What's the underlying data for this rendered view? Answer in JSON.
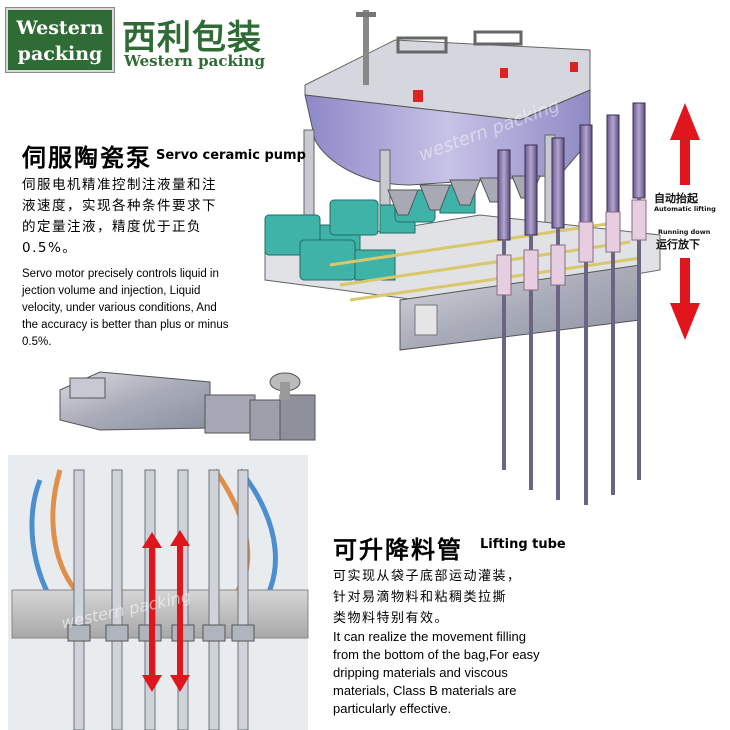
{
  "brand": {
    "logo_line1": "Western",
    "logo_line2": "packing",
    "name_cn": "西利包装",
    "name_en": "Western packing"
  },
  "pump_section": {
    "title_cn": "伺服陶瓷泵",
    "title_en": "Servo ceramic pump",
    "desc_cn_lines": [
      "伺服电机精准控制注液量和注",
      "液速度，实现各种条件要求下",
      "的定量注液，精度优于正负",
      "0.5%。"
    ],
    "desc_en_lines": [
      "Servo motor precisely controls liquid in",
      "jection volume and injection,   Liquid",
      "velocity, under various conditions,   And",
      "the accuracy is better than plus or minus",
      "0.5%."
    ]
  },
  "lift_indicator": {
    "up_cn": "自动抬起",
    "up_en": "Automatic lifting",
    "down_en": "Running down",
    "down_cn": "运行放下"
  },
  "tube_section": {
    "title_cn": "可升降料管",
    "title_en": "Lifting tube",
    "desc_cn_lines": [
      "可实现从袋子底部运动灌装，",
      "针对易滴物料和粘稠类拉撕",
      "类物料特别有效。"
    ],
    "desc_en_lines": [
      "It can realize the movement filling",
      "from the bottom of the bag,For easy",
      "dripping materials and viscous",
      "materials,  Class B materials are",
      "particularly effective."
    ]
  },
  "watermark": "western packing",
  "colors": {
    "brand_green": "#2f6b34",
    "arrow_red": "#e0161c",
    "machine_steel": "#b9bcc4",
    "pump_teal": "#3fb3a8"
  }
}
